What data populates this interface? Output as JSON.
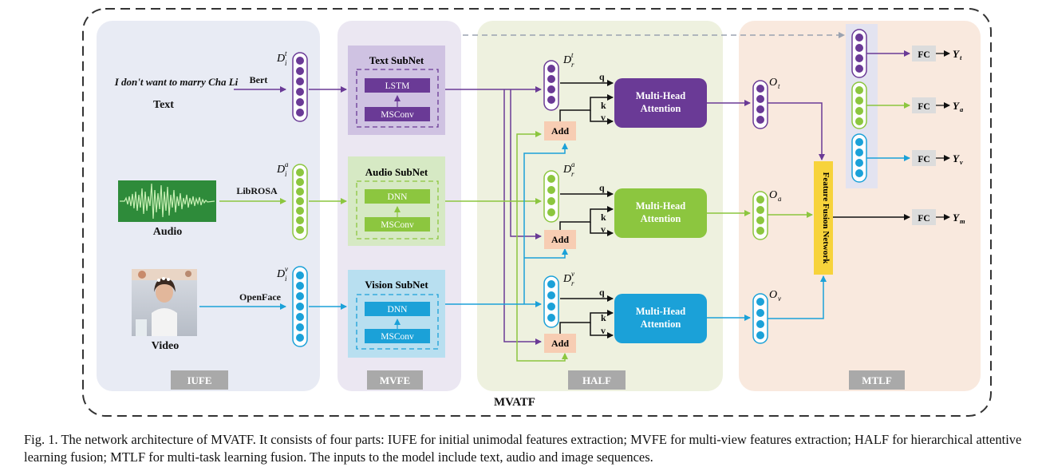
{
  "figure": {
    "outer_label": "MVATF",
    "sections": {
      "iufe": "IUFE",
      "mvfe": "MVFE",
      "half": "HALF",
      "mtlf": "MTLF"
    },
    "inputs": {
      "text_sentence": "I don't want to marry Cha Li",
      "text_label": "Text",
      "audio_label": "Audio",
      "video_label": "Video"
    },
    "extractors": {
      "text": "Bert",
      "audio": "LibROSA",
      "video": "OpenFace"
    },
    "initial_features": {
      "text": {
        "base": "D",
        "sup": "t",
        "sub": "i"
      },
      "audio": {
        "base": "D",
        "sup": "a",
        "sub": "i"
      },
      "video": {
        "base": "D",
        "sup": "v",
        "sub": "i"
      }
    },
    "subnets": {
      "text": {
        "title": "Text SubNet",
        "top": "LSTM",
        "bottom": "MSConv"
      },
      "audio": {
        "title": "Audio SubNet",
        "top": "DNN",
        "bottom": "MSConv"
      },
      "vision": {
        "title": "Vision SubNet",
        "top": "DNN",
        "bottom": "MSConv"
      }
    },
    "representations": {
      "text": {
        "base": "D",
        "sup": "t",
        "sub": "r"
      },
      "audio": {
        "base": "D",
        "sup": "a",
        "sub": "r"
      },
      "video": {
        "base": "D",
        "sup": "v",
        "sub": "r"
      }
    },
    "attention": {
      "q": "q",
      "k": "k",
      "v": "v",
      "add": "Add",
      "line1": "Multi-Head",
      "line2": "Attention"
    },
    "outputs": {
      "text": {
        "base": "O",
        "sub": "t"
      },
      "audio": {
        "base": "O",
        "sub": "a"
      },
      "video": {
        "base": "O",
        "sub": "v"
      }
    },
    "fusion_network": "Feature Fusion Network",
    "heads": [
      {
        "fc": "FC",
        "base": "Y",
        "sub": "t"
      },
      {
        "fc": "FC",
        "base": "Y",
        "sub": "a"
      },
      {
        "fc": "FC",
        "base": "Y",
        "sub": "v"
      },
      {
        "fc": "FC",
        "base": "Y",
        "sub": "m"
      }
    ],
    "colors": {
      "text": "#6a3a96",
      "audio": "#8cc63f",
      "video": "#1ba1d8",
      "iufe_bg": "#e8ebf4",
      "mvfe_bg": "#ebe7f2",
      "half_bg": "#eef1df",
      "mtlf_bg": "#f9e9de",
      "add_fill": "#f7cdb3",
      "fusion": "#f7d33b",
      "section_tag": "#a9a9a9"
    }
  },
  "caption": "Fig. 1.   The network architecture of MVATF. It consists of four parts: IUFE for initial unimodal features extraction; MVFE for multi-view features extraction; HALF for hierarchical attentive learning fusion; MTLF for multi-task learning fusion. The inputs to the model include text, audio and image sequences."
}
